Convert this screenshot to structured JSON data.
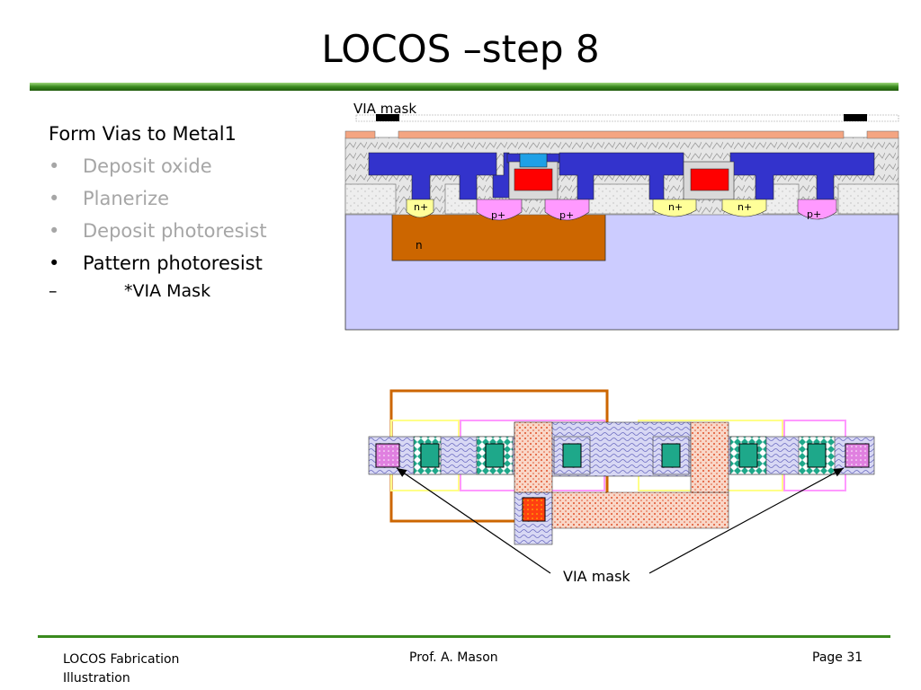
{
  "title": "LOCOS –step 8",
  "bullets": {
    "heading": "Form Vias to Metal1",
    "items": [
      {
        "text": "Deposit oxide",
        "state": "done"
      },
      {
        "text": "Planerize",
        "state": "done"
      },
      {
        "text": "Deposit photoresist",
        "state": "done"
      },
      {
        "text": "Pattern photoresist",
        "state": "current"
      }
    ],
    "sub": "*VIA Mask"
  },
  "cross_section": {
    "mask_label": "VIA mask",
    "regions": {
      "n1": "n+",
      "p1": "p+",
      "p2": "p+",
      "n2": "n+",
      "n3": "n+",
      "p3": "p+",
      "nwell": "n"
    }
  },
  "layout": {
    "mask_label": "VIA mask"
  },
  "colors": {
    "accent": "#3a8a1e",
    "substrate": "#ccccff",
    "nwell": "#cc6600",
    "metal1": "#3333cc",
    "gate": "#ff0000",
    "via": "#1ea0e6",
    "resist": "#f4a582",
    "nplus": "#ffff99",
    "pplus": "#ff99ff"
  },
  "footer": {
    "left": "LOCOS Fabrication Illustration",
    "left_line1": "LOCOS Fabrication",
    "left_line2": "Illustration",
    "center": "Prof. A. Mason",
    "right": "Page 31"
  }
}
